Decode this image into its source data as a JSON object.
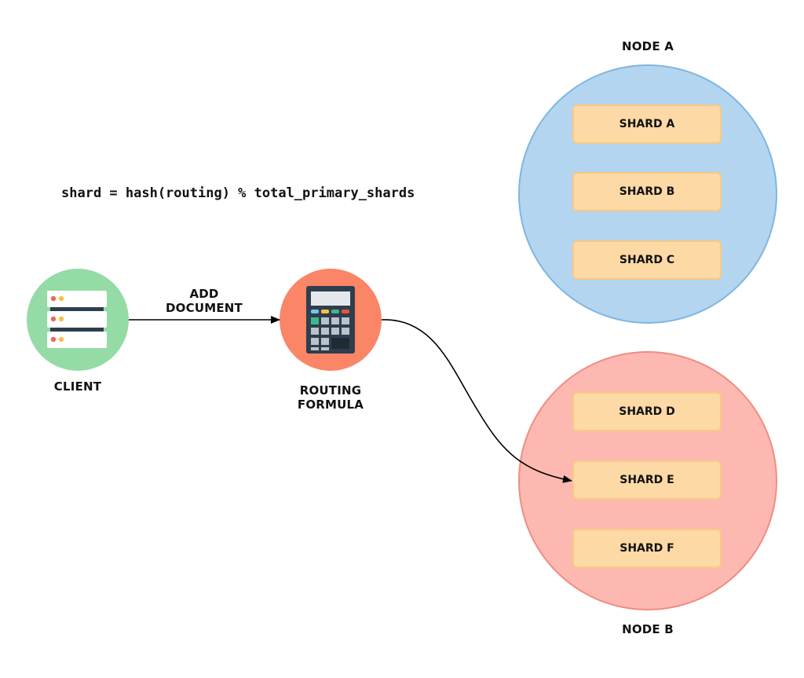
{
  "formula": "shard = hash(routing) % total_primary_shards",
  "client": {
    "label": "CLIENT",
    "icon": "server-icon"
  },
  "routing": {
    "label_line1": "ROUTING",
    "label_line2": "FORMULA",
    "icon": "calculator-icon"
  },
  "edge_add_document": {
    "label": "ADD DOCUMENT"
  },
  "node_a": {
    "label": "NODE A",
    "color": "#b3d5ef",
    "shards": [
      "SHARD A",
      "SHARD B",
      "SHARD C"
    ]
  },
  "node_b": {
    "label": "NODE B",
    "color": "#fdb8b1",
    "shards": [
      "SHARD D",
      "SHARD E",
      "SHARD F"
    ]
  },
  "shard_color": "#fdd9a5"
}
